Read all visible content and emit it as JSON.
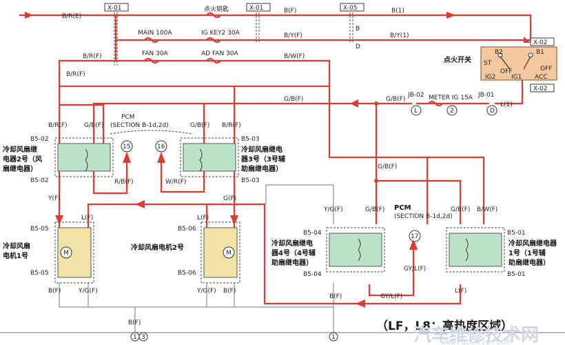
{
  "diagram": {
    "title": "（LF，L8：高热度区域）",
    "watermark": "汽车维修技术网",
    "watermark_url": "www.qcwxjs.com",
    "wires": {
      "br_e": "B/R(E)",
      "br_f1": "B/R(F)",
      "br_f2": "B/R(F)",
      "br_f3": "B/R(F)",
      "br_f4": "B/R(F)",
      "bf_top": "B(F)",
      "b1": "B(1)",
      "by_f": "B/Y(F)",
      "by1": "B/Y(1)",
      "bw_f1": "B/W(F)",
      "bw_f2": "B/W(F)",
      "gb_f1": "G/B(F)",
      "gb_f2": "G/B(F)",
      "gb_f3": "G/B(F)",
      "gb_f4": "G/B(F)",
      "gb_f5": "G/B(F)",
      "gb_f6": "G/B(F)",
      "gb_f7": "G/B(F)",
      "l1": "L(1)",
      "yf": "Y(F)",
      "lf1": "L(F)",
      "lf2": "L(F)",
      "gf": "G(F)",
      "rbf": "R/B(F)",
      "wrf": "W/R(F)",
      "ygf1": "Y/G(F)",
      "ygf2": "Y/G(F)",
      "ygf3": "Y/G(F)",
      "bf1": "B(F)",
      "bf2": "B(F)",
      "bf3": "B(F)",
      "bf4": "B(F)",
      "gylf1": "GY/L(F)",
      "gylf2": "GY/L(F)",
      "lf3": "L(F)"
    },
    "connectors": {
      "x01a": "X-01",
      "x01b": "X-01",
      "x05": "X-05",
      "x02a": "X-02",
      "x02b": "X-02",
      "b5_02a": "B5-02",
      "b5_02b": "B5-02",
      "b5_03a": "B5-03",
      "b5_03b": "B5-03",
      "b5_05a": "B5-05",
      "b5_05b": "B5-05",
      "b5_06a": "B5-06",
      "b5_06b": "B5-06",
      "b5_04a": "B5-04",
      "b5_04b": "B5-04",
      "b5_01a": "B5-01",
      "b5_01b": "B5-01",
      "jb02": "JB-02",
      "jb01": "JB-01"
    },
    "fuses": {
      "ign_key": "点火钥匙",
      "main": "MAIN 100A",
      "igkey2": "IG KEY2 30A",
      "fan": "FAN 30A",
      "adfan": "AD FAN 30A",
      "meter": "METER IG 15A"
    },
    "ignition": {
      "label": "点火开关",
      "b2": "B2",
      "b1": "B1",
      "st": "ST",
      "off1": "OFF",
      "off2": "OFF",
      "ig2": "IG2",
      "ig1": "IG1",
      "acc": "ACC"
    },
    "letters": {
      "b": "B",
      "d": "D",
      "l_circ": "L",
      "d_circ": "D",
      "two": "2"
    },
    "pcm": {
      "left_title": "PCM",
      "left_section": "(SECTION B-1d,2d)",
      "c15": "15",
      "c16": "16",
      "right_title": "PCM",
      "right_section": "(SECTION B-1d,2d)",
      "c17": "17"
    },
    "relays": {
      "r2_l1": "冷却风扇继",
      "r2_l2": "电器2号（风",
      "r2_l3": "扇继电器）",
      "r3_l1": "冷却风扇继电",
      "r3_l2": "器3号（3号辅",
      "r3_l3": "助扇继电器）",
      "r4_l1": "冷却风扇继电",
      "r4_l2": "器4号（4号辅",
      "r4_l3": "助扇继电器）",
      "r1_l1": "冷却风扇继电器",
      "r1_l2": "1号（1号辅",
      "r1_l3": "助扇继电器）"
    },
    "motors": {
      "m1_l1": "冷却风扇",
      "m1_l2": "电机1号",
      "m2": "冷却风扇电机2号",
      "m": "M"
    },
    "grounds": {
      "g1": "1",
      "g3": "3",
      "g1b": "1"
    }
  }
}
